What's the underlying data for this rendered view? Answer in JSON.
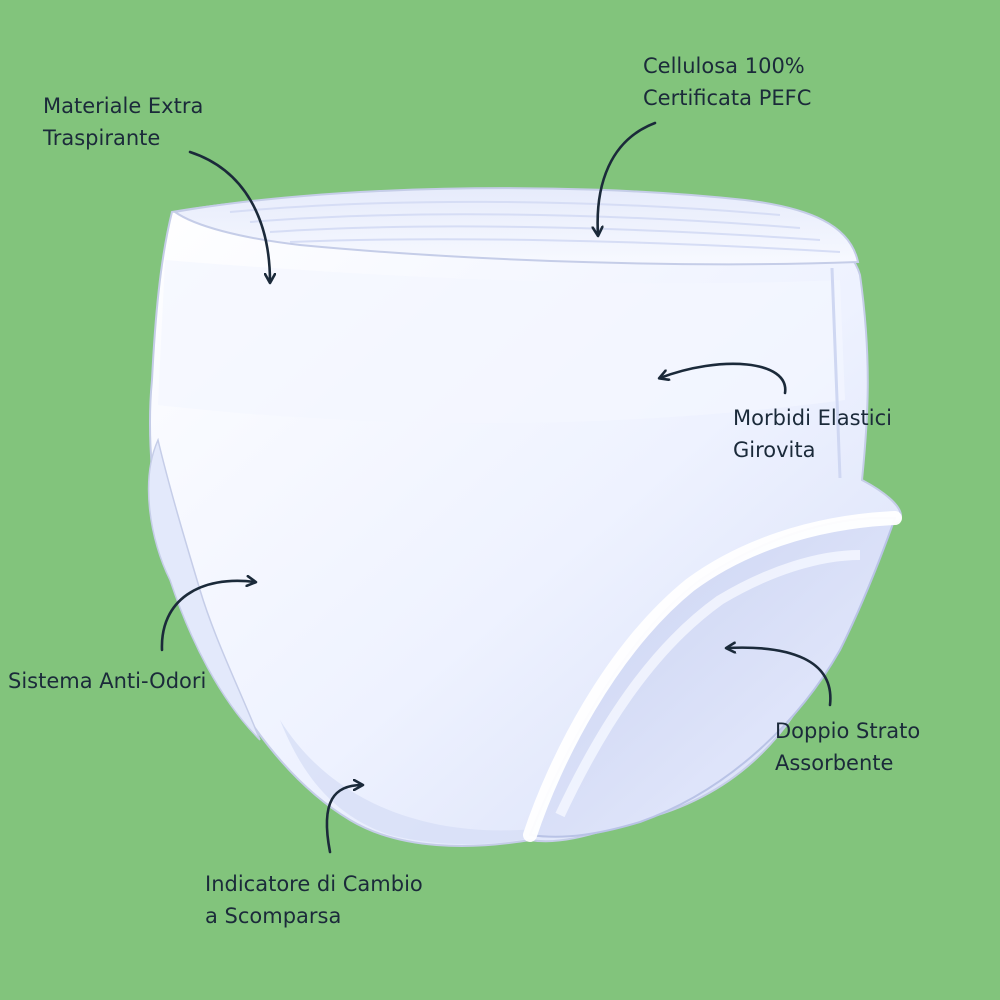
{
  "background_color": "#82c47c",
  "product_color": "#edf1ff",
  "text_color": "#1b2a3a",
  "callouts": {
    "materiale": {
      "line1": "Materiale Extra",
      "line2": "Traspirante"
    },
    "cellulosa": {
      "line1": "Cellulosa 100%",
      "line2": "Certificata PEFC"
    },
    "morbidi": {
      "line1": "Morbidi Elastici",
      "line2": "Girovita"
    },
    "sistema": {
      "line1": "Sistema Anti-Odori"
    },
    "doppio": {
      "line1": "Doppio Strato",
      "line2": "Assorbente"
    },
    "indicatore": {
      "line1": "Indicatore di Cambio",
      "line2": "a Scomparsa"
    }
  }
}
